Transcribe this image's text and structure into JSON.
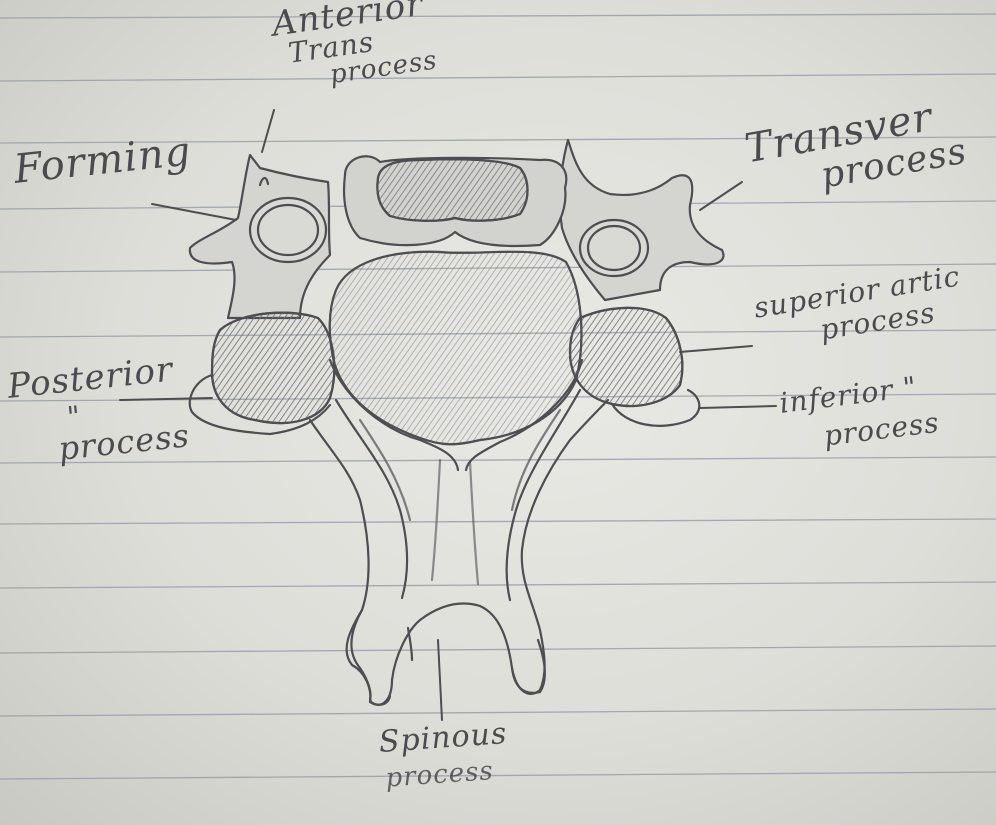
{
  "diagram": {
    "labels": {
      "anterior": [
        "Anterior",
        "Trans",
        "process"
      ],
      "forming": "Forming",
      "transverse": [
        "Transver",
        "process"
      ],
      "superior": [
        "superior artic",
        "process"
      ],
      "inferior": [
        "inferior \"",
        "process"
      ],
      "posterior": [
        "Posterior",
        "\"",
        "process"
      ],
      "spinous": [
        "Spinous",
        "process"
      ]
    }
  },
  "colors": {
    "paper": "#e2e2de",
    "rule_line": "#8e96a6",
    "pencil": "#4d4d52",
    "shade": "#7f7f84"
  }
}
